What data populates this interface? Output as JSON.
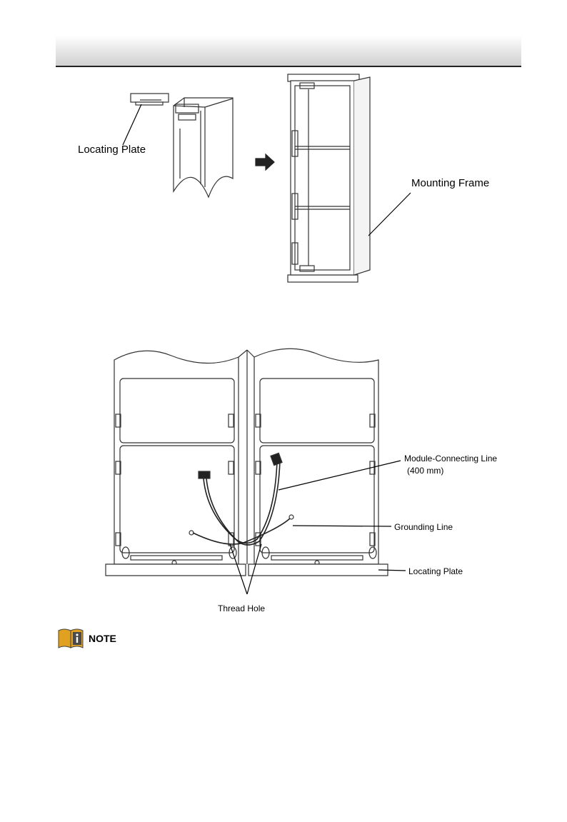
{
  "figure1": {
    "locating_plate_label": "Locating Plate",
    "mounting_frame_label": "Mounting Frame"
  },
  "figure2": {
    "module_line_label": "Module-Connecting Line",
    "module_line_length": "(400 mm)",
    "grounding_line_label": "Grounding Line",
    "locating_plate_label": "Locating Plate",
    "thread_hole_label": "Thread Hole"
  },
  "note": {
    "label": "NOTE"
  }
}
